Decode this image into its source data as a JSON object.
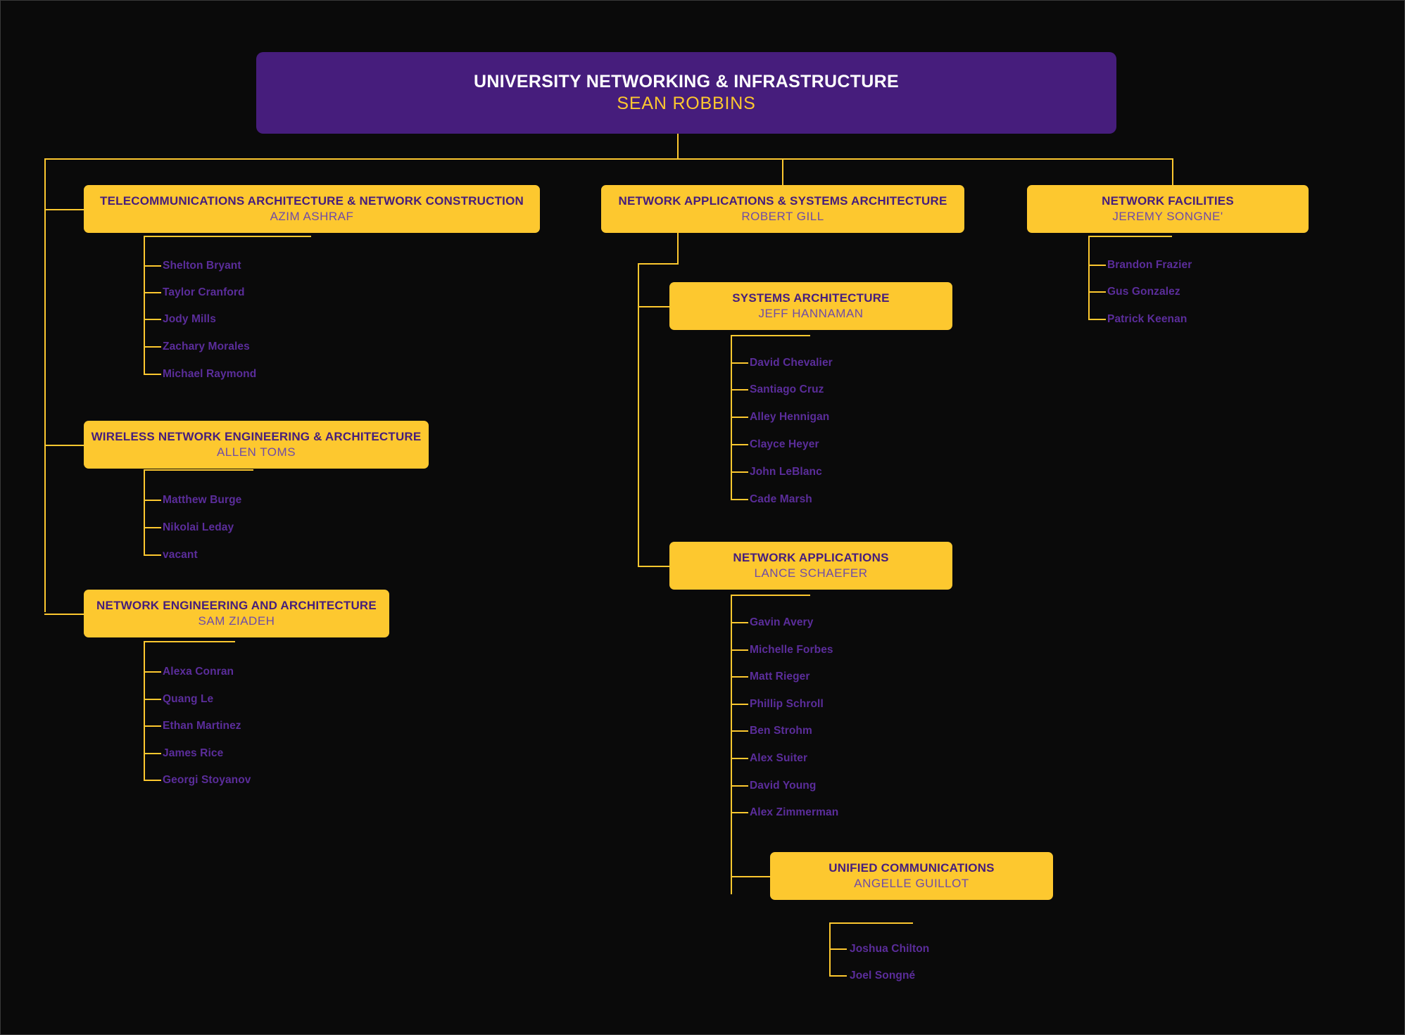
{
  "colors": {
    "background": "#0a0a0a",
    "purple": "#461D7C",
    "gold": "#FDC82F",
    "staff_text": "#5B2D9B",
    "person_subtitle": "#6F4BA8",
    "root_title": "#FFFFFF"
  },
  "root": {
    "title": "UNIVERSITY NETWORKING & INFRASTRUCTURE",
    "person": "SEAN ROBBINS"
  },
  "divisions": [
    {
      "id": "telecom",
      "title": "TELECOMMUNICATIONS ARCHITECTURE & NETWORK CONSTRUCTION",
      "person": "AZIM ASHRAF",
      "staff": [
        "Shelton Bryant",
        "Taylor Cranford",
        "Jody Mills",
        "Zachary Morales",
        "Michael Raymond"
      ]
    },
    {
      "id": "wireless",
      "title": "WIRELESS NETWORK ENGINEERING & ARCHITECTURE",
      "person": "ALLEN TOMS",
      "staff": [
        "Matthew Burge",
        "Nikolai Leday",
        "vacant"
      ]
    },
    {
      "id": "netengarch",
      "title": "NETWORK ENGINEERING AND ARCHITECTURE",
      "person": "SAM ZIADEH",
      "staff": [
        "Alexa Conran",
        "Quang Le",
        "Ethan Martinez",
        "James Rice",
        "Georgi Stoyanov"
      ]
    },
    {
      "id": "netappsys",
      "title": "NETWORK APPLICATIONS & SYSTEMS ARCHITECTURE",
      "person": "ROBERT GILL",
      "staff": []
    },
    {
      "id": "sysarch",
      "title": "SYSTEMS ARCHITECTURE",
      "person": "JEFF HANNAMAN",
      "staff": [
        "David Chevalier",
        "Santiago Cruz",
        "Alley Hennigan",
        "Clayce Heyer",
        "John LeBlanc",
        "Cade Marsh"
      ]
    },
    {
      "id": "netapps",
      "title": "NETWORK APPLICATIONS",
      "person": "LANCE SCHAEFER",
      "staff": [
        "Gavin Avery",
        "Michelle Forbes",
        "Matt Rieger",
        "Phillip Schroll",
        "Ben Strohm",
        "Alex Suiter",
        "David Young",
        "Alex Zimmerman"
      ]
    },
    {
      "id": "unifiedcomm",
      "title": "UNIFIED COMMUNICATIONS",
      "person": "ANGELLE GUILLOT",
      "staff": [
        "Joshua Chilton",
        "Joel Songné"
      ]
    },
    {
      "id": "netfac",
      "title": "NETWORK FACILITIES",
      "person": "JEREMY SONGNE'",
      "staff": [
        "Brandon Frazier",
        "Gus Gonzalez",
        "Patrick Keenan"
      ]
    }
  ]
}
